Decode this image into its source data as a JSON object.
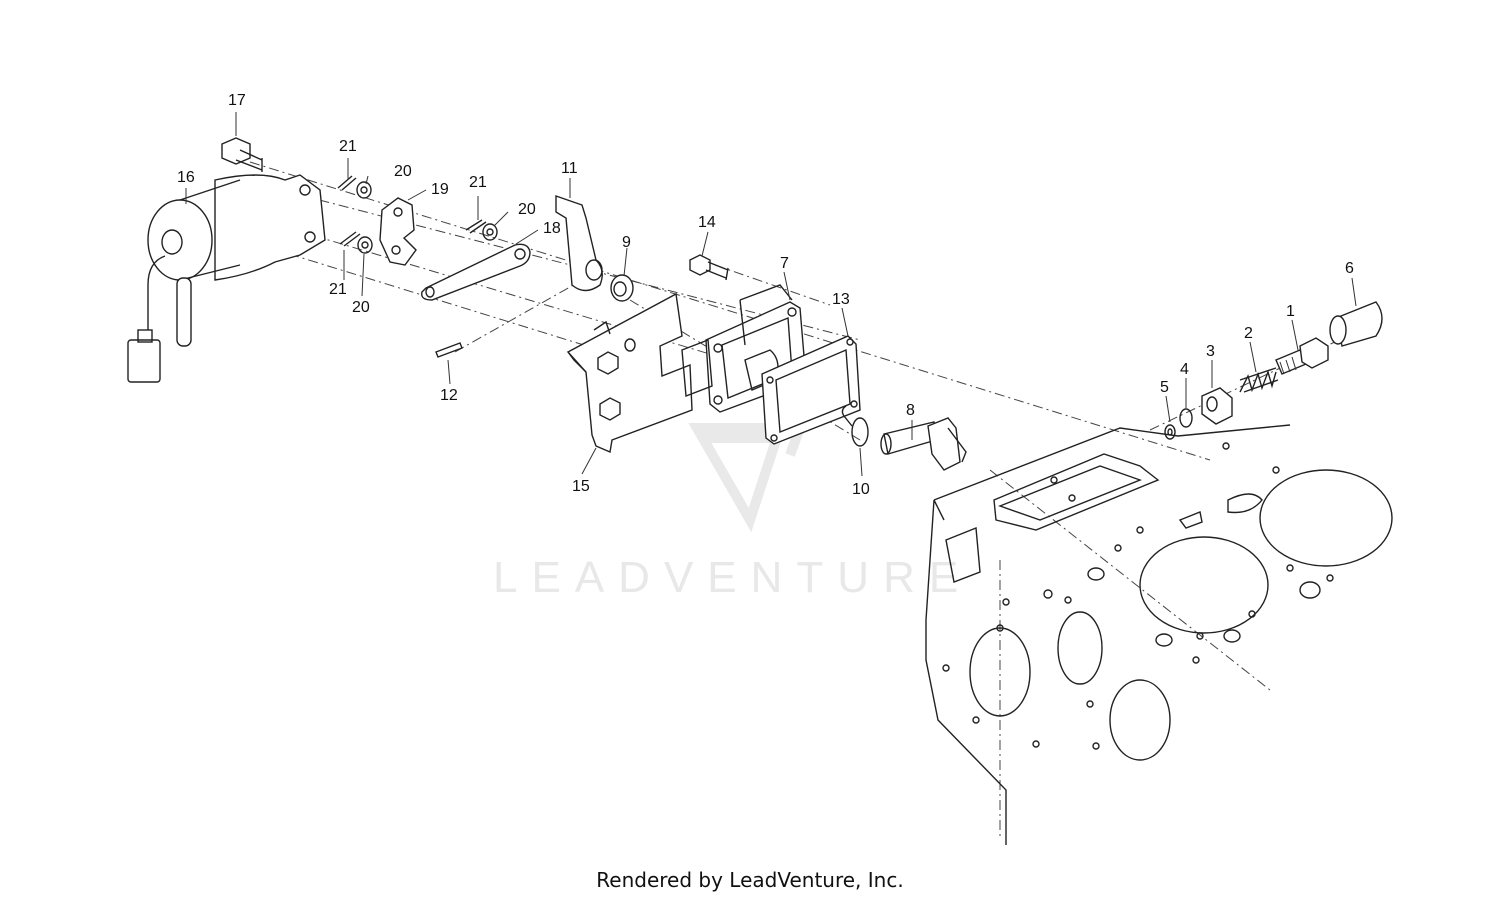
{
  "watermark": "LEADVENTURE",
  "footer": "Rendered by LeadVenture, Inc.",
  "callouts": [
    "1",
    "2",
    "3",
    "4",
    "5",
    "6",
    "7",
    "8",
    "9",
    "10",
    "11",
    "12",
    "13",
    "14",
    "15",
    "16",
    "17",
    "18",
    "19",
    "20",
    "20",
    "20",
    "21",
    "21",
    "21"
  ]
}
